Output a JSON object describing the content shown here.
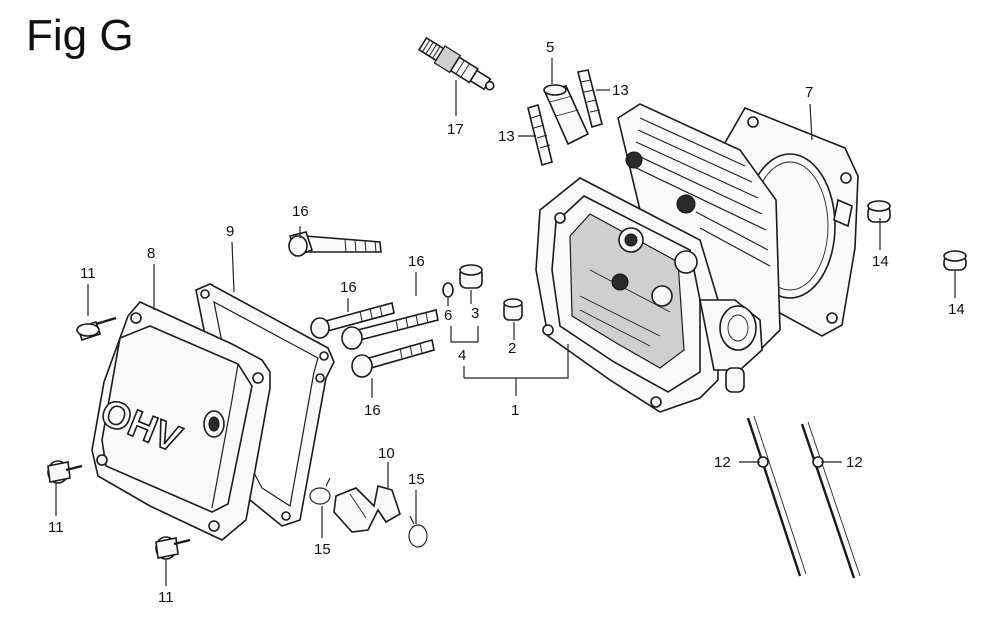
{
  "figure": {
    "title": "Fig G"
  },
  "logo_text": "OHV",
  "callouts": {
    "c1": "1",
    "c2": "2",
    "c3": "3",
    "c4": "4",
    "c5": "5",
    "c6": "6",
    "c7": "7",
    "c8": "8",
    "c9": "9",
    "c10": "10",
    "c11a": "11",
    "c11b": "11",
    "c11c": "11",
    "c12a": "12",
    "c12b": "12",
    "c13a": "13",
    "c13b": "13",
    "c14a": "14",
    "c14b": "14",
    "c15a": "15",
    "c15b": "15",
    "c16a": "16",
    "c16b": "16",
    "c16c": "16",
    "c16d": "16",
    "c17": "17"
  }
}
